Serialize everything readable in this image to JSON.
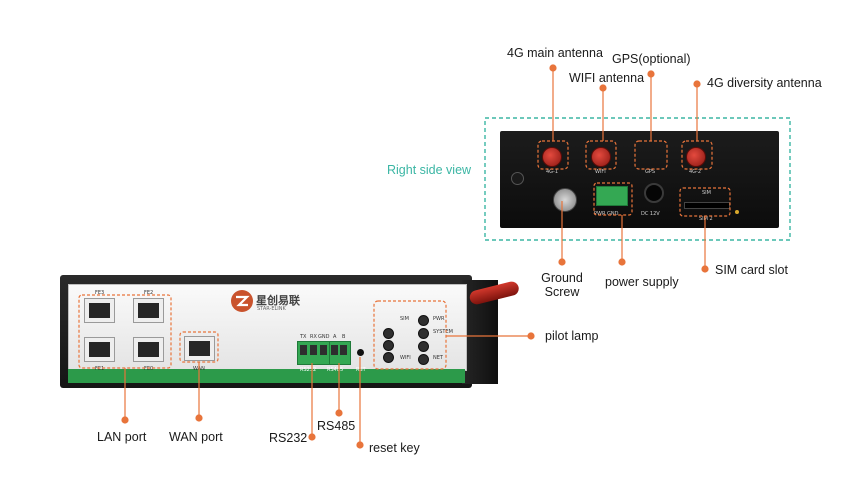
{
  "side_view": {
    "title": "Right side view",
    "antenna_labels": [
      "4G-1",
      "WIFI",
      "GPS",
      "4G-2"
    ],
    "power_terminal": "PWR  GND",
    "power_jack": "DC 12V",
    "sim_top": "SIM",
    "sim_bottom": "SIM 2"
  },
  "front_panel": {
    "brand_cn": "星创易联",
    "brand_en": "STAR-ELINK",
    "port_labels": [
      "FE3",
      "FE2",
      "FE1",
      "FE0",
      "WAN"
    ],
    "serial_labels": [
      "RS232",
      "RS485",
      "RST"
    ],
    "pin_labels": [
      "TX",
      "RX",
      "GND",
      "A",
      "B"
    ],
    "lamp_labels": [
      "PWR",
      "SYSTEM",
      "NET",
      "SIM",
      "WIFI"
    ]
  },
  "callouts": {
    "main_antenna": "4G main antenna",
    "gps": "GPS(optional)",
    "wifi_antenna": "WIFI antenna",
    "diversity_antenna": "4G diversity antenna",
    "ground_screw": "Ground\nScrew",
    "power_supply": "power supply",
    "sim_slot": "SIM card slot",
    "pilot_lamp": "pilot lamp",
    "lan_port": "LAN port",
    "wan_port": "WAN port",
    "rs232": "RS232",
    "rs485": "RS485",
    "reset_key": "reset key"
  },
  "colors": {
    "callout": "#e8743b",
    "dashed_box": "#3bb6a4",
    "device_green": "#2c9a4a",
    "antenna_red": "#c0281f"
  }
}
